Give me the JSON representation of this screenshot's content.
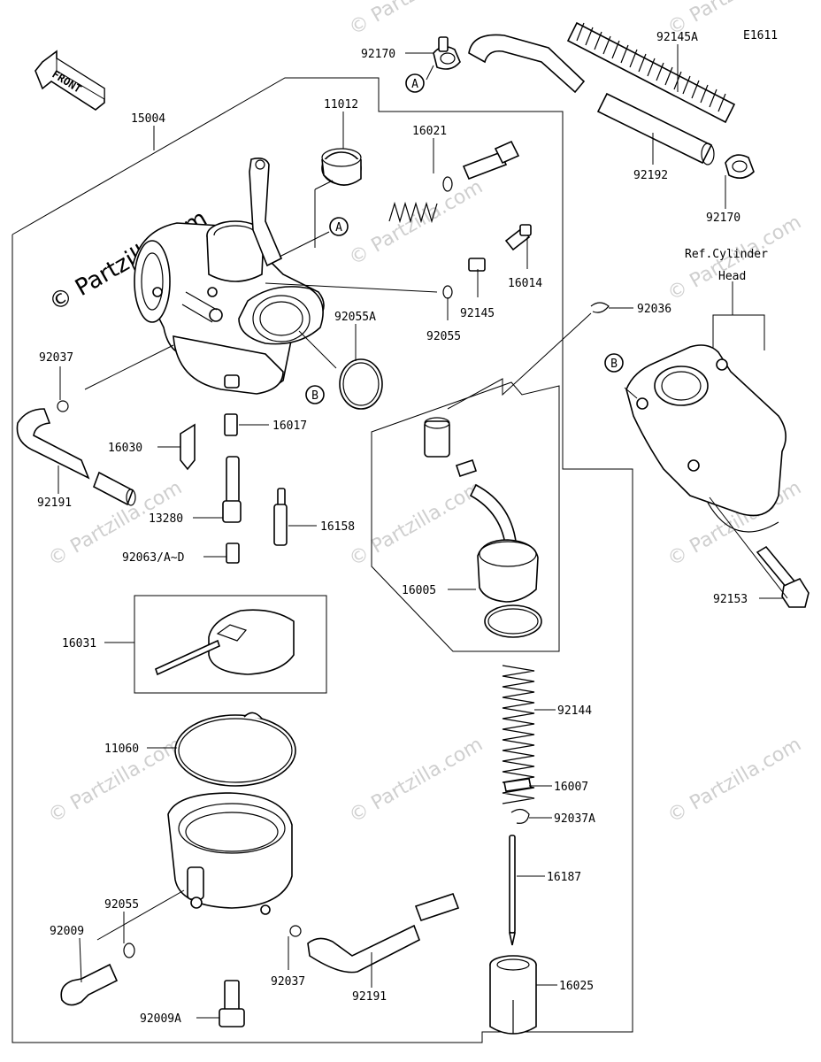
{
  "diagram_code": "E1611",
  "front_label": "FRONT",
  "watermark": "© Partzilla.com",
  "ref_label_line1": "Ref.Cylinder",
  "ref_label_line2": "Head",
  "callouts": {
    "a": "A",
    "b": "B"
  },
  "parts": {
    "p15004": "15004",
    "p11012": "11012",
    "p16021": "16021",
    "p16014": "16014",
    "p92145": "92145",
    "p92055_top": "92055",
    "p92055A": "92055A",
    "p92037_left": "92037",
    "p92191_left": "92191",
    "p16017": "16017",
    "p16030": "16030",
    "p13280": "13280",
    "p16158": "16158",
    "p92063": "92063/A~D",
    "p16031": "16031",
    "p11060": "11060",
    "p92055_bottom": "92055",
    "p92009": "92009",
    "p92009A": "92009A",
    "p92037_bottom": "92037",
    "p92191_bottom": "92191",
    "p92170_top": "92170",
    "p92145A": "92145A",
    "p92192": "92192",
    "p92170_right": "92170",
    "p92036": "92036",
    "p92153": "92153",
    "p16005": "16005",
    "p92144": "92144",
    "p16007": "16007",
    "p92037A": "92037A",
    "p16187": "16187",
    "p16025": "16025"
  }
}
